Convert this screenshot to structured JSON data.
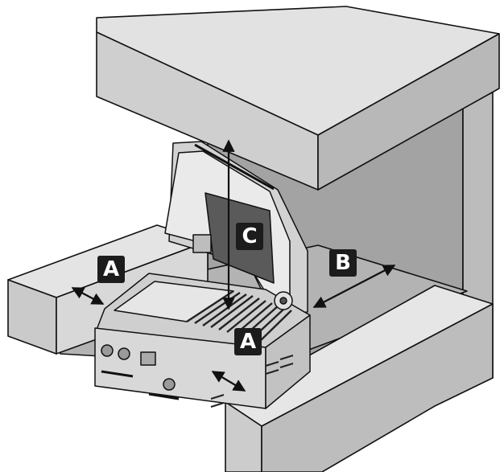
{
  "labels": {
    "side_clearance_left": "A",
    "side_clearance_front": "A",
    "rear_clearance": "B",
    "overhead_clearance": "C"
  },
  "colors": {
    "wall_light": "#e0e0e0",
    "wall_mid": "#c4c4c4",
    "wall_dark": "#a8a8a8",
    "wall_shadow": "#9a9a9a",
    "grill_body": "#d6d6d6",
    "grill_dark": "#6a6a6a",
    "outline": "#111111",
    "label_bg": "#1c1c1c",
    "label_text": "#ffffff"
  }
}
